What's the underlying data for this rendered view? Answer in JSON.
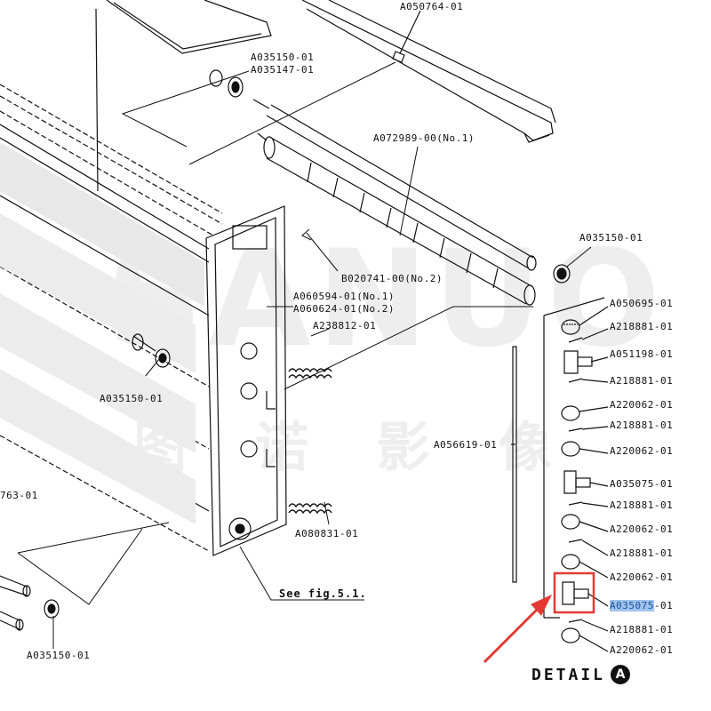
{
  "colors": {
    "line": "#111111",
    "highlight_box": "#e53935",
    "arrow": "#e53935",
    "selection": "#9fc3ee"
  },
  "watermark": {
    "latin": "SANUO",
    "cjk": "图 诺 影 像"
  },
  "labels": {
    "a050764": "A050764-01",
    "a035150_top": "A035150-01",
    "a035147": "A035147-01",
    "a072989": "A072989-00(No.1)",
    "a035150_right": "A035150-01",
    "b020741": "B020741-00(No.2)",
    "a060594": "A060594-01(No.1)",
    "a060624": "A060624-01(No.2)",
    "a238812": "A238812-01",
    "a035150_mid": "A035150-01",
    "a056619": "A056619-01",
    "x763": "763-01",
    "a080831": "A080831-01",
    "a035150_bottom": "A035150-01",
    "see_fig": "See fig.5.1."
  },
  "detail_list": [
    {
      "code": "A050695-01",
      "selected": false
    },
    {
      "code": "A218881-01",
      "selected": false
    },
    {
      "code": "A051198-01",
      "selected": false
    },
    {
      "code": "A218881-01",
      "selected": false
    },
    {
      "code": "A220062-01",
      "selected": false
    },
    {
      "code": "A218881-01",
      "selected": false
    },
    {
      "code": "A220062-01",
      "selected": false
    },
    {
      "code": "A035075-01",
      "selected": false
    },
    {
      "code": "A218881-01",
      "selected": false
    },
    {
      "code": "A220062-01",
      "selected": false
    },
    {
      "code": "A218881-01",
      "selected": false
    },
    {
      "code": "A220062-01",
      "selected": false
    },
    {
      "code": "A035075",
      "suffix": "-01",
      "selected": true
    },
    {
      "code": "A218881-01",
      "selected": false
    },
    {
      "code": "A220062-01",
      "selected": false
    }
  ],
  "detail": {
    "title": "DETAIL",
    "badge": "A"
  }
}
